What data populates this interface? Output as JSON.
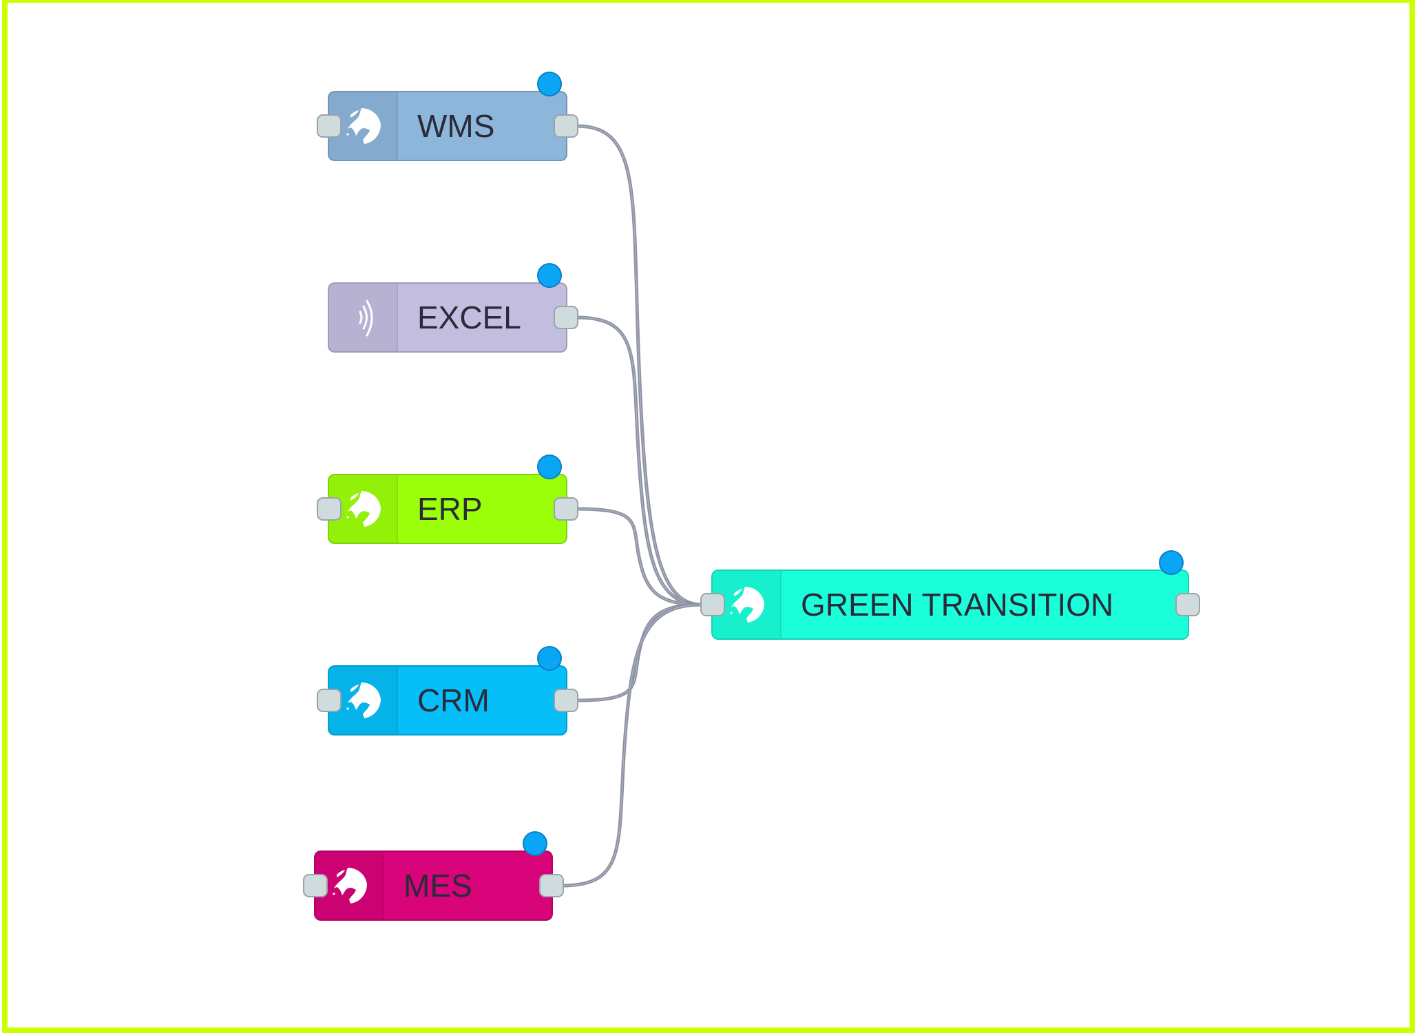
{
  "canvas": {
    "frame_color": "#ccff00",
    "wire_color": "#8d91a3",
    "port_color": "#d0dbde",
    "status_dot_color": "#0aa5f5"
  },
  "nodes": [
    {
      "id": "wms",
      "label": "WMS",
      "icon": "globe-icon",
      "color": "#8db6da",
      "has_input": true,
      "has_output": true,
      "status": "connected"
    },
    {
      "id": "excel",
      "label": "EXCEL",
      "icon": "signal-waves-icon",
      "color": "#c3bde0",
      "has_input": false,
      "has_output": true,
      "status": "connected"
    },
    {
      "id": "erp",
      "label": "ERP",
      "icon": "globe-icon",
      "color": "#9cff0a",
      "has_input": true,
      "has_output": true,
      "status": "connected"
    },
    {
      "id": "crm",
      "label": "CRM",
      "icon": "globe-icon",
      "color": "#06bff8",
      "has_input": true,
      "has_output": true,
      "status": "connected"
    },
    {
      "id": "mes",
      "label": "MES",
      "icon": "globe-icon",
      "color": "#d9037a",
      "has_input": true,
      "has_output": true,
      "status": "connected"
    },
    {
      "id": "green",
      "label": "GREEN TRANSITION",
      "icon": "globe-icon",
      "color": "#1affda",
      "has_input": true,
      "has_output": true,
      "status": "connected"
    }
  ],
  "connections": [
    {
      "from": "wms",
      "to": "green"
    },
    {
      "from": "excel",
      "to": "green"
    },
    {
      "from": "erp",
      "to": "green"
    },
    {
      "from": "crm",
      "to": "green"
    },
    {
      "from": "mes",
      "to": "green"
    }
  ]
}
